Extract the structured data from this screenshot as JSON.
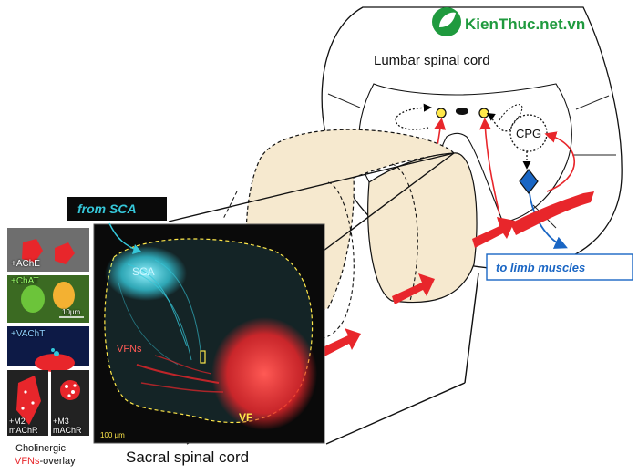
{
  "watermark": {
    "brand": "KienThuc.net.vn",
    "brand_color": "#1f9a3e"
  },
  "labels": {
    "lumbar": "Lumbar spinal cord",
    "cpg": "CPG",
    "from_sca": "from SCA",
    "to_limb": "to limb muscles",
    "sacral": "Sacral spinal cord",
    "sca": "SCA",
    "vfns": "VFNs",
    "vf": "VF",
    "scale_main": "100 µm"
  },
  "panels": {
    "ache": "+AChE",
    "chat": "+ChAT",
    "chat_scale": "10µm",
    "vacht": "+VAChT",
    "m2": "+M2\nmAChR",
    "m3": "+M3\nmAChR"
  },
  "caption": {
    "line1": "Cholinergic",
    "line2_red": "VFNs",
    "line2_rest": "-overlay"
  },
  "colors": {
    "beige": "#f6e9cf",
    "red": "#e8262b",
    "blue": "#1a66c4",
    "cyan": "#35c7d9",
    "yellow": "#ffe84a",
    "chat_green": "#6cc43a"
  },
  "icons": [
    "leaf-logo-icon",
    "diamond-icon",
    "arrow-icon"
  ]
}
